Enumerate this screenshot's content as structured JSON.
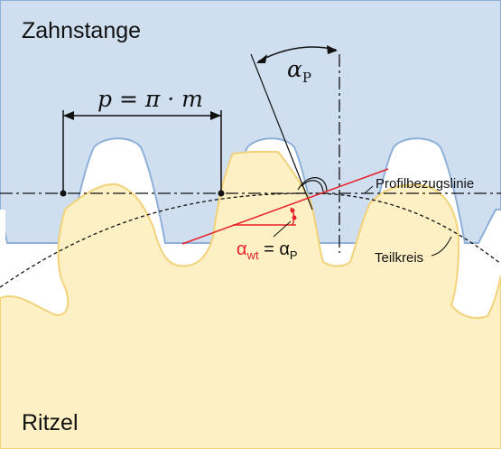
{
  "labels": {
    "rack": "Zahnstange",
    "pinion": "Ritzel",
    "pitch_formula": "p = π · m",
    "profile_line": "Profilbezugslinie",
    "pitch_circle": "Teilkreis",
    "angle_symbol": "α",
    "angle_subscript": "P",
    "wt_symbol": "α",
    "wt_subscript": "wt",
    "wt_equals": " = α",
    "wt_equals_subscript": "P"
  },
  "colors": {
    "rack_fill": "#cfdff0",
    "rack_stroke": "#8eb0d8",
    "pinion_fill": "#fdf0c4",
    "pinion_stroke": "#f2d27a",
    "accent_red": "#e8222a",
    "line_dark": "#111111"
  }
}
